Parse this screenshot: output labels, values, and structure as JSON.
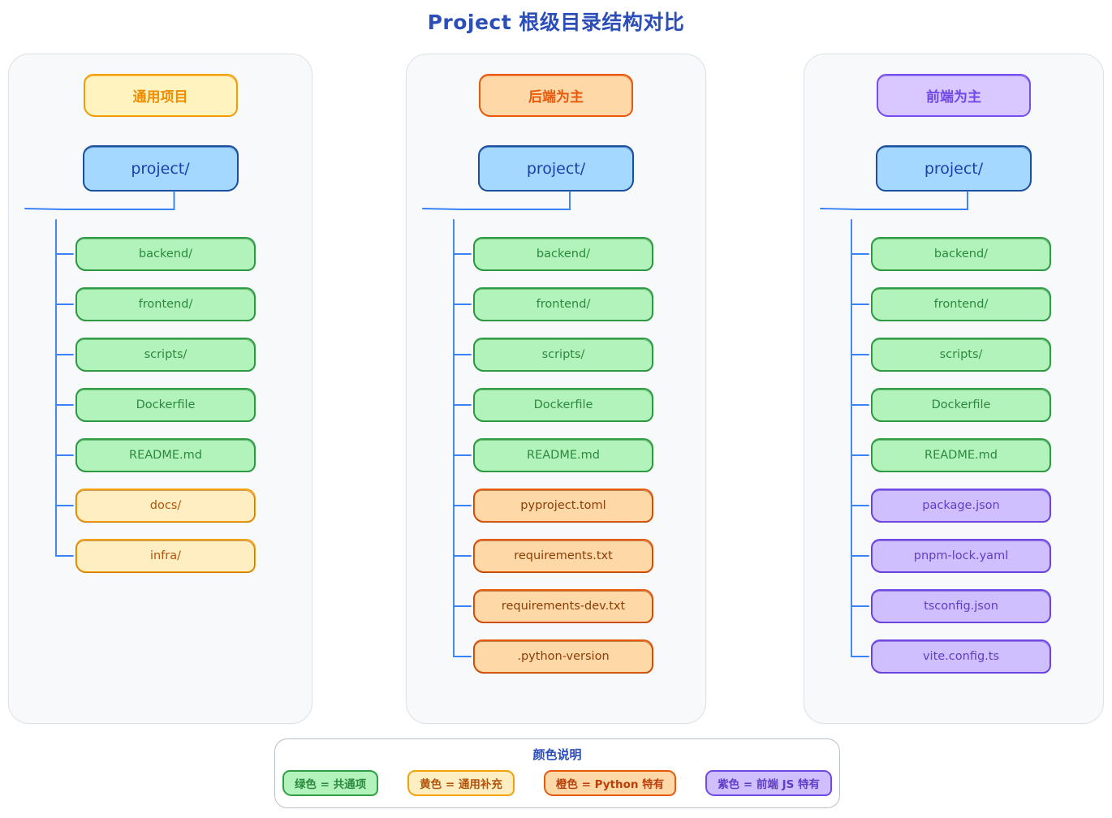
{
  "title": "Project 根级目录结构对比",
  "colors": {
    "title_blue": "#2b4eb8",
    "connector_blue": "#3b82f6",
    "root_fill": "#a5d8ff",
    "root_stroke": "#1c4fa0",
    "green_fill": "#b2f2bb",
    "green_stroke": "#2f9e44",
    "yellow_fill": "#ffeec2",
    "yellow_stroke": "#f1a208",
    "orange_fill": "#ffd8a8",
    "orange_stroke": "#e8590c",
    "purple_fill": "#d0bfff",
    "purple_stroke": "#7048e8",
    "panel_bg": "#f8f9fb",
    "panel_border": "#dde1e7"
  },
  "columns": [
    {
      "header": "通用项目",
      "header_color": "yellow",
      "root": "project/",
      "nodes": [
        {
          "label": "backend/",
          "color": "green"
        },
        {
          "label": "frontend/",
          "color": "green"
        },
        {
          "label": "scripts/",
          "color": "green"
        },
        {
          "label": "Dockerfile",
          "color": "green"
        },
        {
          "label": "README.md",
          "color": "green"
        },
        {
          "label": "docs/",
          "color": "yellow"
        },
        {
          "label": "infra/",
          "color": "yellow"
        }
      ]
    },
    {
      "header": "后端为主",
      "header_color": "orange",
      "root": "project/",
      "nodes": [
        {
          "label": "backend/",
          "color": "green"
        },
        {
          "label": "frontend/",
          "color": "green"
        },
        {
          "label": "scripts/",
          "color": "green"
        },
        {
          "label": "Dockerfile",
          "color": "green"
        },
        {
          "label": "README.md",
          "color": "green"
        },
        {
          "label": "pyproject.toml",
          "color": "orange"
        },
        {
          "label": "requirements.txt",
          "color": "orange"
        },
        {
          "label": "requirements-dev.txt",
          "color": "orange"
        },
        {
          "label": ".python-version",
          "color": "orange"
        }
      ]
    },
    {
      "header": "前端为主",
      "header_color": "purple",
      "root": "project/",
      "nodes": [
        {
          "label": "backend/",
          "color": "green"
        },
        {
          "label": "frontend/",
          "color": "green"
        },
        {
          "label": "scripts/",
          "color": "green"
        },
        {
          "label": "Dockerfile",
          "color": "green"
        },
        {
          "label": "README.md",
          "color": "green"
        },
        {
          "label": "package.json",
          "color": "purple"
        },
        {
          "label": "pnpm-lock.yaml",
          "color": "purple"
        },
        {
          "label": "tsconfig.json",
          "color": "purple"
        },
        {
          "label": "vite.config.ts",
          "color": "purple"
        }
      ]
    }
  ],
  "legend": {
    "title": "颜色说明",
    "items": [
      {
        "label": "绿色 = 共通项",
        "color": "green"
      },
      {
        "label": "黄色 = 通用补充",
        "color": "yellow"
      },
      {
        "label": "橙色 = Python 特有",
        "color": "orange"
      },
      {
        "label": "紫色 = 前端 JS 特有",
        "color": "purple"
      }
    ]
  }
}
